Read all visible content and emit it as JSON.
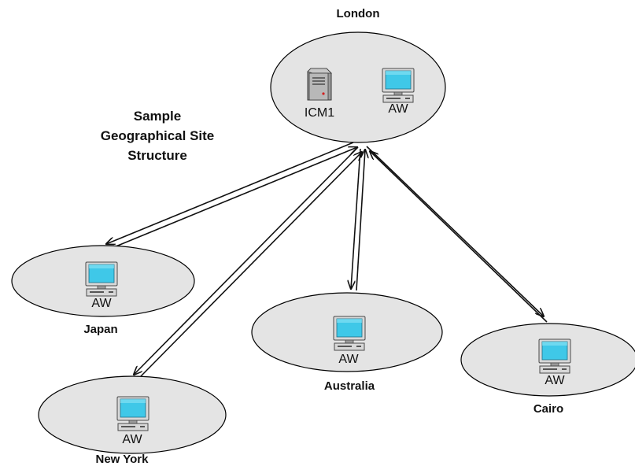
{
  "title": {
    "line1": "Sample",
    "line2": "Geographical Site",
    "line3": "Structure"
  },
  "sites": {
    "london": {
      "name": "London",
      "server_label": "ICM1",
      "workstation_label": "AW"
    },
    "japan": {
      "name": "Japan",
      "workstation_label": "AW"
    },
    "new_york": {
      "name": "New York",
      "workstation_label": "AW"
    },
    "australia": {
      "name": "Australia",
      "workstation_label": "AW"
    },
    "cairo": {
      "name": "Cairo",
      "workstation_label": "AW"
    }
  },
  "links": [
    {
      "from": "London",
      "to": "Japan"
    },
    {
      "from": "London",
      "to": "New York"
    },
    {
      "from": "London",
      "to": "Australia"
    },
    {
      "from": "London",
      "to": "Cairo"
    }
  ],
  "colors": {
    "site_fill": "#e4e4e4",
    "monitor_screen": "#3fc8e8",
    "server_body": "#9a9a9a"
  },
  "icons": {
    "workstation": "computer-monitor-icon",
    "server": "server-tower-icon"
  }
}
